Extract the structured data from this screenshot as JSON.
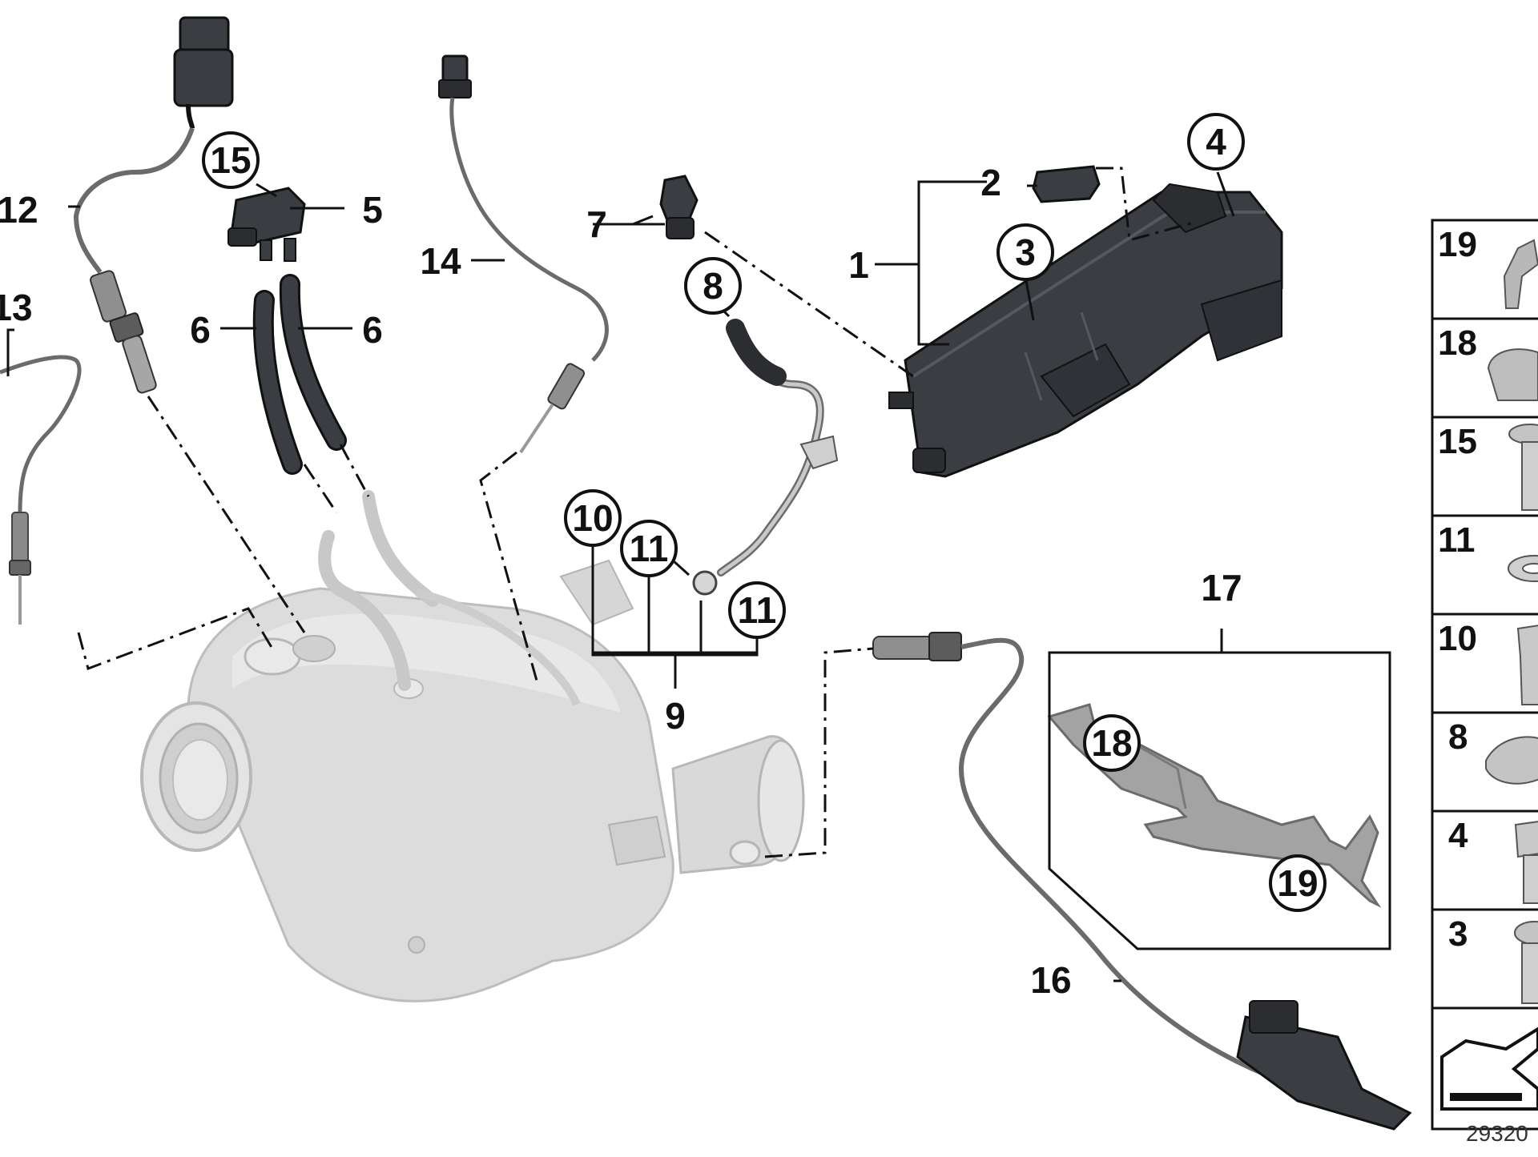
{
  "diagram": {
    "reference_number": "29320",
    "colors": {
      "ink": "#111111",
      "part_dark": "#3a3d42",
      "part_light": "#d8d8d8",
      "part_light_edge": "#b8b8b8",
      "cable": "#6b6b6b"
    },
    "callouts": {
      "c1": "1",
      "c2": "2",
      "c3": "3",
      "c4": "4",
      "c5": "5",
      "c6a": "6",
      "c6b": "6",
      "c7": "7",
      "c8": "8",
      "c9": "9",
      "c10": "10",
      "c11a": "11",
      "c11b": "11",
      "c12": "12",
      "c13": "13",
      "c14": "14",
      "c15": "15",
      "c16": "16",
      "c17": "17",
      "c18": "18",
      "c19": "19"
    },
    "side_panel": [
      {
        "number": "19",
        "icon": "clip-icon"
      },
      {
        "number": "18",
        "icon": "clamp-icon"
      },
      {
        "number": "15",
        "icon": "torx-screw-icon"
      },
      {
        "number": "11",
        "icon": "washer-icon"
      },
      {
        "number": "10",
        "icon": "banjo-bolt-icon"
      },
      {
        "number": "8",
        "icon": "hose-clamp-icon"
      },
      {
        "number": "4",
        "icon": "hex-bolt-icon"
      },
      {
        "number": "3",
        "icon": "torx-screw-icon"
      },
      {
        "number": "",
        "icon": "arrow-icon"
      }
    ]
  }
}
